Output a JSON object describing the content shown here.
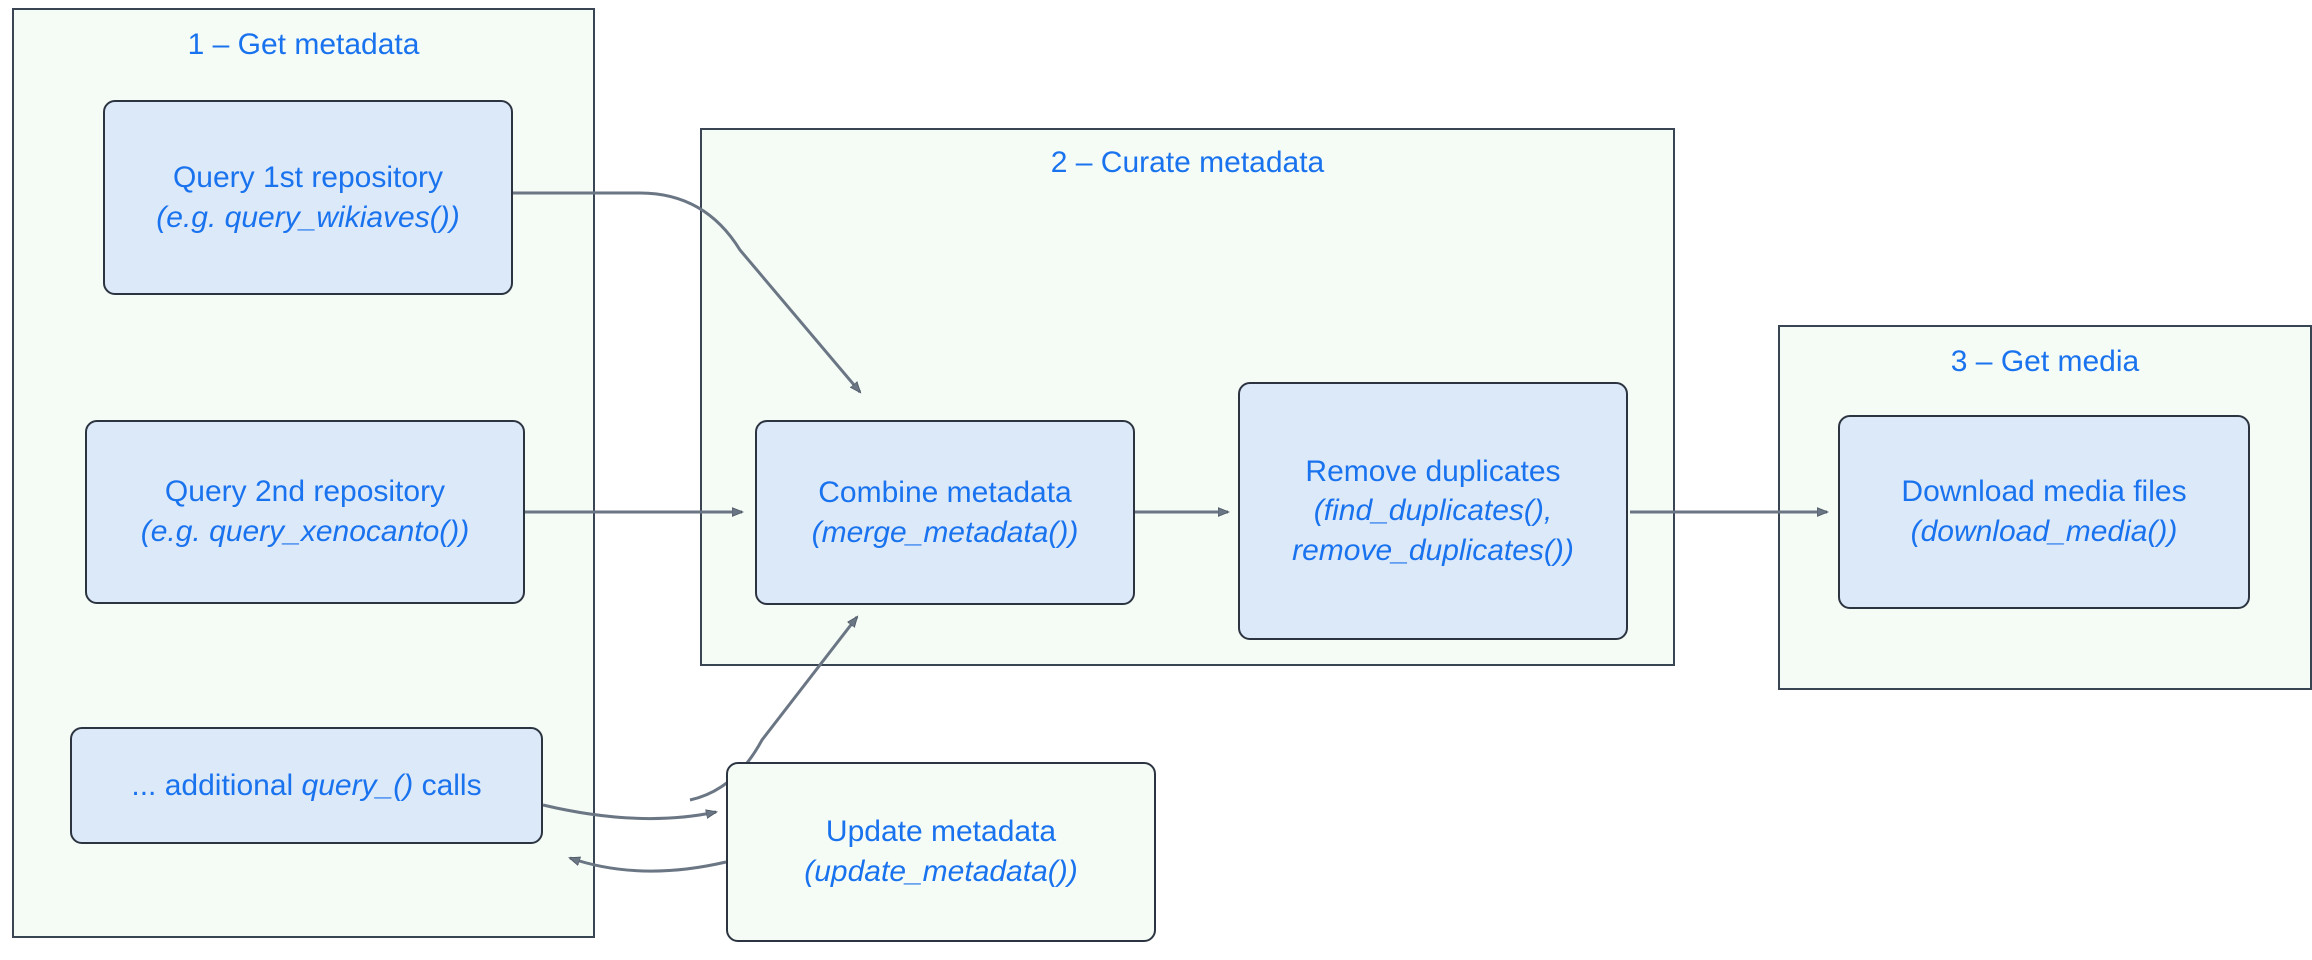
{
  "diagram": {
    "title": "Media acquisition pipeline flowchart",
    "colors": {
      "group_fill": "#f5fbf5",
      "group_stroke": "#3a4553",
      "node_fill_blue": "#dce9f9",
      "node_fill_pale": "#f5fbf5",
      "node_stroke": "#2b3440",
      "text_accent": "#1a73ee",
      "edge_stroke": "#6b7685"
    },
    "groups": [
      {
        "id": "group-1",
        "title": "1 – Get metadata"
      },
      {
        "id": "group-2",
        "title": "2 – Curate metadata"
      },
      {
        "id": "group-3",
        "title": "3 – Get media"
      }
    ],
    "nodes": [
      {
        "id": "query-1st-repository",
        "line1": "Query 1st repository",
        "line2": "(e.g. query_wikiaves())",
        "fill": "blue"
      },
      {
        "id": "query-2nd-repository",
        "line1": "Query 2nd repository",
        "line2": "(e.g. query_xenocanto())",
        "fill": "blue"
      },
      {
        "id": "additional-query-calls",
        "pre": "... additional ",
        "em": "query_()",
        "post": " calls",
        "fill": "blue"
      },
      {
        "id": "combine-metadata",
        "line1": "Combine metadata",
        "line2": "(merge_metadata())",
        "fill": "blue"
      },
      {
        "id": "remove-duplicates",
        "line1": "Remove duplicates",
        "line2": "(find_duplicates(),",
        "line3": "remove_duplicates())",
        "fill": "blue"
      },
      {
        "id": "download-media-files",
        "line1": "Download media files",
        "line2": "(download_media())",
        "fill": "blue"
      },
      {
        "id": "update-metadata",
        "line1": "Update metadata",
        "line2": "(update_metadata())",
        "fill": "pale"
      }
    ],
    "edges": [
      {
        "id": "edge-query1-to-combine",
        "from": "query-1st-repository",
        "to": "combine-metadata"
      },
      {
        "id": "edge-query2-to-combine",
        "from": "query-2nd-repository",
        "to": "combine-metadata"
      },
      {
        "id": "edge-additional-to-update",
        "from": "additional-query-calls",
        "to": "update-metadata"
      },
      {
        "id": "edge-update-to-additional",
        "from": "update-metadata",
        "to": "additional-query-calls"
      },
      {
        "id": "edge-update-to-combine",
        "from": "update-metadata",
        "to": "combine-metadata"
      },
      {
        "id": "edge-combine-to-remove",
        "from": "combine-metadata",
        "to": "remove-duplicates"
      },
      {
        "id": "edge-remove-to-download",
        "from": "remove-duplicates",
        "to": "download-media-files"
      }
    ]
  }
}
